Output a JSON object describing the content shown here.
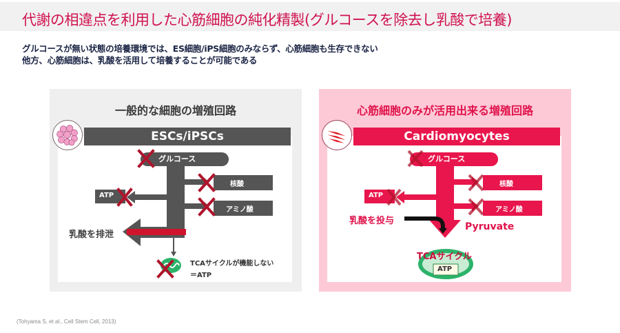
{
  "header": {
    "title": "代謝の相違点を利用した心筋細胞の純化精製(グルコースを除去し乳酸で培養)"
  },
  "subtitle": {
    "line1": "グルコースが無い状態の培養環境では、ES細胞/iPS細胞のみならず、心筋細胞も生存できない",
    "line2": "他方、心筋細胞は、乳酸を活用して培養することが可能である"
  },
  "left_panel": {
    "heading": "一般的な細胞の増殖回路",
    "cell_type": "ESCs/iPSCs",
    "glucose": "グルコース",
    "atp": "ATP",
    "nucleic_acid": "核酸",
    "amino_acid": "アミノ酸",
    "lactate_excrete": "乳酸を排泄",
    "tca_note_line1": "TCAサイクルが機能しない",
    "tca_note_line2": "＝ATP",
    "icon": "stem-cell-cluster-icon"
  },
  "right_panel": {
    "heading": "心筋細胞のみが活用出来る増殖回路",
    "cell_type": "Cardiomyocytes",
    "glucose": "グルコース",
    "atp": "ATP",
    "nucleic_acid": "核酸",
    "amino_acid": "アミノ酸",
    "lactate_admin": "乳酸を投与",
    "pyruvate": "Pyruvate",
    "tca": "TCAサイクル",
    "tca_atp": "ATP",
    "icon": "cardiomyocyte-icon"
  },
  "colors": {
    "title": "#d0124f",
    "subtitle": "#1a2444",
    "gray_dark": "#555555",
    "red_accent": "#e8164c",
    "cross": "#b0142c",
    "mito_green": "#2cb36a",
    "panel_pink": "#fdc9d6",
    "panel_gray": "#efefef"
  },
  "citation": "(Tohyama S, et al., Cell Stem Cell, 2013)"
}
